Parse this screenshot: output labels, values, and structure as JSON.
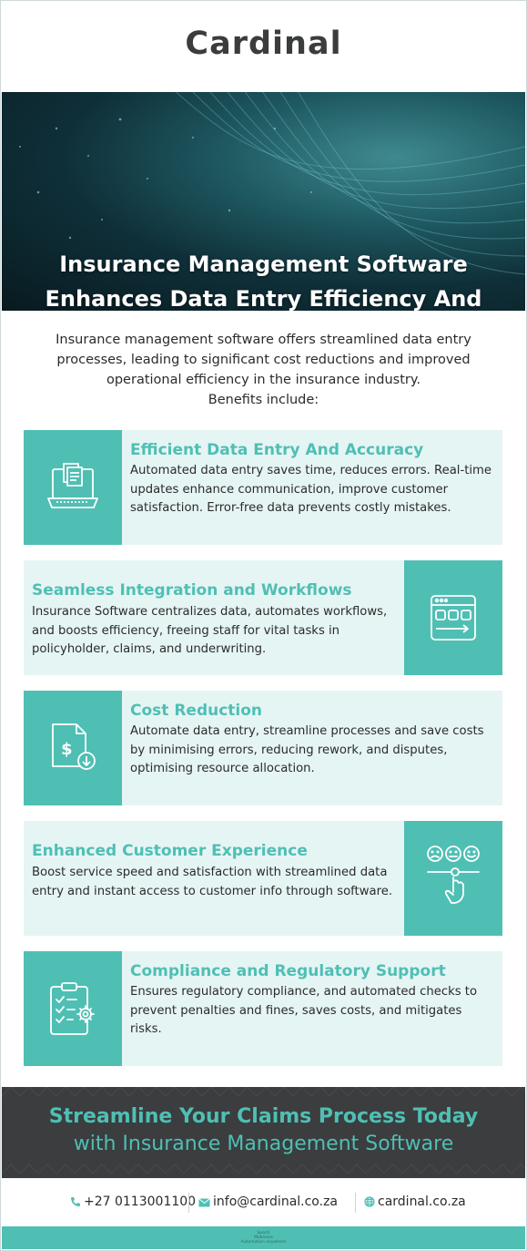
{
  "brand": {
    "logo_text": "Cardinal"
  },
  "hero": {
    "title": "Insurance Management Software Enhances Data Entry Efficiency And Minimises Expenses"
  },
  "intro": {
    "text": "Insurance management software offers streamlined data entry processes, leading to significant cost reductions and improved operational efficiency in the insurance industry.",
    "benefits_label": "Benefits include:"
  },
  "cards": [
    {
      "title": "Efficient Data Entry And Accuracy",
      "body": "Automated data entry saves time, reduces errors. Real-time updates enhance communication, improve customer satisfaction. Error-free data prevents costly mistakes.",
      "icon": "laptop-documents-icon"
    },
    {
      "title": "Seamless Integration and Workflows",
      "body": "Insurance Software centralizes data, automates workflows, and boosts efficiency, freeing staff for vital tasks in policyholder, claims, and underwriting.",
      "icon": "workflow-window-icon"
    },
    {
      "title": "Cost Reduction",
      "body": "Automate data entry, streamline processes and save costs by minimising errors, reducing rework, and disputes, optimising resource allocation.",
      "icon": "dollar-document-icon"
    },
    {
      "title": "Enhanced Customer Experience",
      "body": "Boost service speed and satisfaction with streamlined data entry and instant access to customer info through software.",
      "icon": "customer-rating-icon"
    },
    {
      "title": "Compliance and Regulatory Support",
      "body": "Ensures regulatory compliance, and automated checks to prevent penalties and fines, saves costs, and mitigates risks.",
      "icon": "clipboard-checklist-icon"
    }
  ],
  "cta": {
    "line1": "Streamline Your Claims Process Today",
    "line2": "with Insurance Management Software"
  },
  "contact": {
    "phone": "+27 0113001100",
    "email": "info@cardinal.co.za",
    "website": "cardinal.co.za"
  },
  "footer": {
    "line1": "Specti",
    "line2": "Mobiness",
    "line3": "Automation anywhere"
  },
  "colors": {
    "accent": "#4fbfb4",
    "card_bg": "#e5f5f4",
    "dark": "#3b3d3f"
  }
}
